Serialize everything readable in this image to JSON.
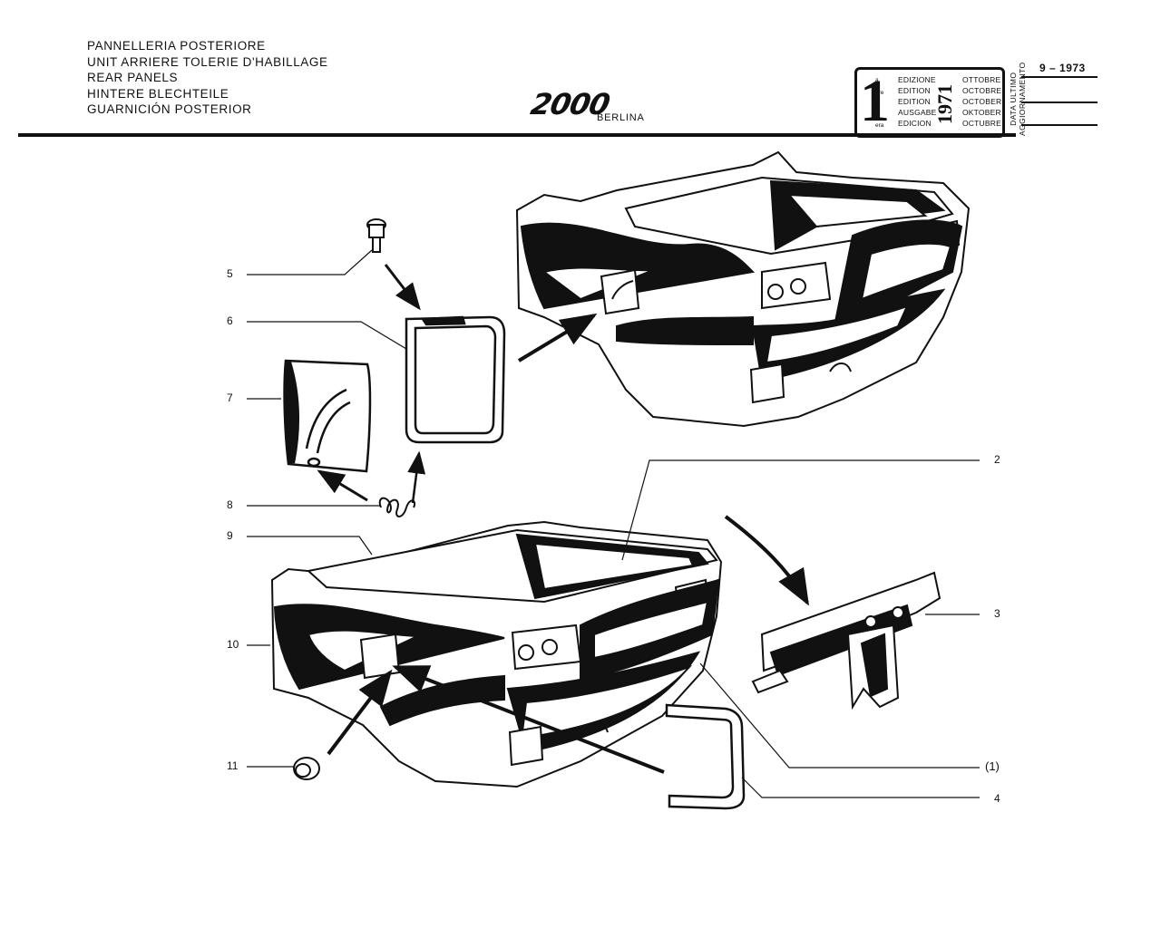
{
  "header": {
    "titles": [
      "PANNELLERIA POSTERIORE",
      "UNIT ARRIERE TOLERIE D'HABILLAGE",
      "REAR PANELS",
      "HINTERE BLECHTEILE",
      "GUARNICIÓN POSTERIOR"
    ],
    "model_logo": "2000",
    "model_sub": "BERLINA"
  },
  "edition_box": {
    "number": "1",
    "suffixes": [
      "a",
      "ere",
      "st",
      ".",
      "era"
    ],
    "edition_words": [
      "EDIZIONE",
      "EDITION",
      "EDITION",
      "AUSGABE",
      "EDICION"
    ],
    "year": "1971",
    "months": [
      "OTTOBRE",
      "OCTOBRE",
      "OCTOBER",
      "OKTOBER",
      "OCTUBRE"
    ],
    "update_label": [
      "DATA ULTIMO",
      "AGGIORNAMENTO"
    ],
    "update_date": "9 – 1973"
  },
  "part_labels": {
    "p5": "5",
    "p6": "6",
    "p7": "7",
    "p8": "8",
    "p9": "9",
    "p10": "10",
    "p11": "11",
    "p2": "2",
    "p3": "3",
    "p1": "(1)",
    "p4": "4"
  },
  "colors": {
    "ink": "#111111",
    "paper": "#ffffff"
  }
}
